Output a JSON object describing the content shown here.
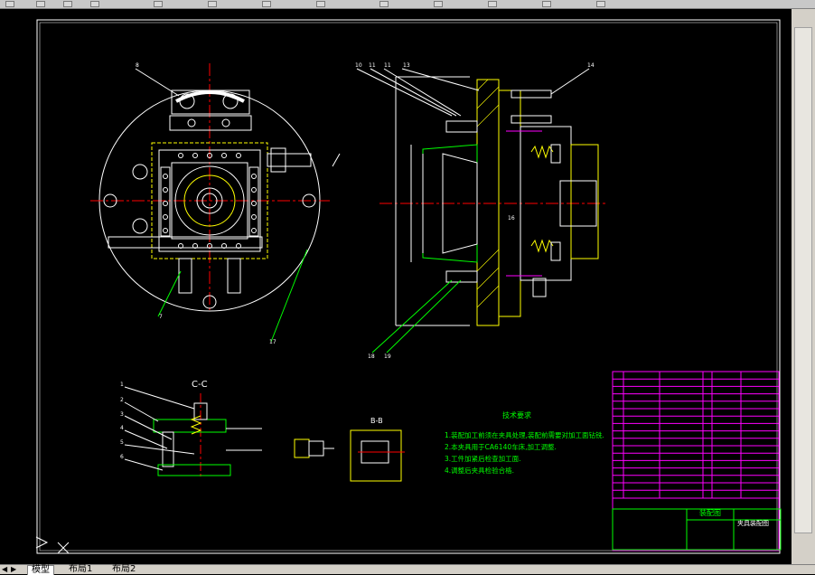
{
  "cad": {
    "section_cc": "C-C",
    "section_bb": "B-B",
    "tech_title": "技术要求",
    "tech_items": [
      "1.装配加工前须在夹具处理,装配前需要对加工面钻铣.",
      "2.本夹具用于CA6140车床,加工调整.",
      "3.工件加紧后检查加工面.",
      "4.调整后夹具检验合格."
    ],
    "title_block": {
      "drawing_name": "装配图",
      "part_name": "夹具装配图"
    },
    "balloons": [
      "8",
      "10",
      "11",
      "11",
      "13",
      "14",
      "1",
      "2",
      "3",
      "4",
      "5",
      "6",
      "7",
      "17",
      "18",
      "19",
      "16"
    ],
    "colors": {
      "frame": "#ffffff",
      "centerline": "#ff0000",
      "part": "#ffff00",
      "section": "#00ff00",
      "outline": "#ffffff",
      "hidden": "#ff00ff",
      "table": "#ff00ff",
      "text_green": "#00ff00"
    }
  },
  "tabs": [
    {
      "label": "模型",
      "active": true
    },
    {
      "label": "布局1",
      "active": false
    },
    {
      "label": "布局2",
      "active": false
    }
  ]
}
